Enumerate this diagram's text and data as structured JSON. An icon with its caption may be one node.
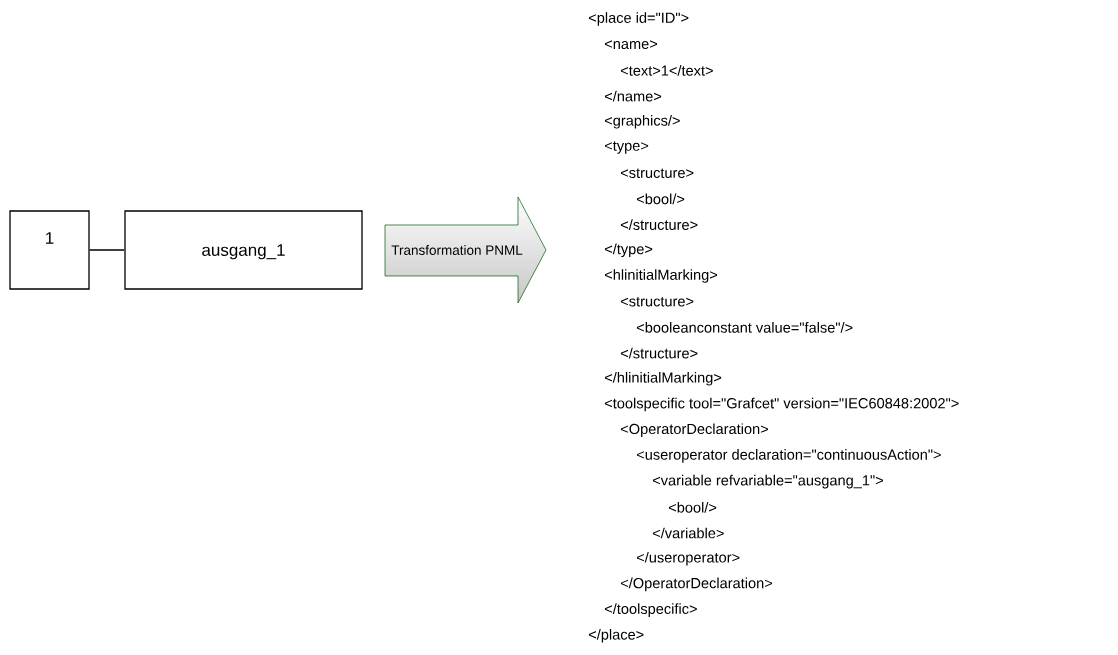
{
  "diagram": {
    "nodes": [
      {
        "text": [
          "1"
        ]
      },
      {
        "text": [
          "ausgang_1"
        ]
      },
      {
        "text": [
          "Transformation PNML"
        ]
      }
    ],
    "edges": [
      {
        "from": 0,
        "to": 1,
        "arrow": "none"
      }
    ],
    "labels": [
      "<place id=\"ID\">",
      "<name>",
      "<text>1</text>",
      "</name>",
      "<graphics/>",
      "<type>",
      "<structure>",
      "<bool/>",
      "</structure>",
      "</type>",
      "<hlinitialMarking>",
      "<structure>",
      "<booleanconstant value=\"false\"/>",
      "</structure>",
      "</hlinitialMarking>",
      "<toolspecific tool=\"Grafcet\" version=\"IEC60848:2002\">",
      "<OperatorDeclaration>",
      "<useroperator declaration=\"continuousAction\">",
      "<variable refvariable=\"ausgang_1\">",
      "<bool/>",
      "</variable>",
      "</useroperator>",
      "</OperatorDeclaration>",
      "</toolspecific>",
      "</place>"
    ]
  }
}
